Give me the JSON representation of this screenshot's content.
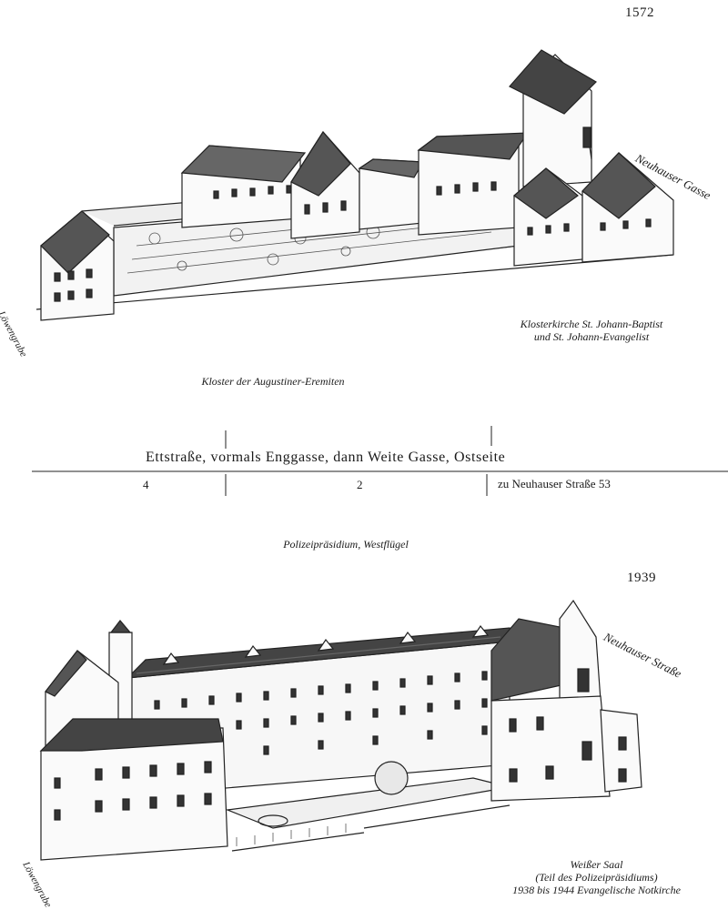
{
  "top": {
    "year": "1572",
    "label_neuhauser_gasse": "Neuhauser Gasse",
    "label_loewengrube": "Löwengrube",
    "caption_church_line1": "Klosterkirche St. Johann-Baptist",
    "caption_church_line2": "und St. Johann-Evangelist",
    "caption_monastery": "Kloster der Augustiner-Eremiten"
  },
  "street_band": {
    "title": "Ettstraße, vormals Enggasse, dann Weite Gasse, Ostseite",
    "number_left": "4",
    "number_mid": "2",
    "number_right": "zu Neuhauser Straße 53"
  },
  "bottom": {
    "caption_police": "Polizeipräsidium, Westflügel",
    "year": "1939",
    "label_neuhauser_strasse": "Neuhauser Straße",
    "label_loewengrube": "Löwengrube",
    "caption_saal_line1": "Weißer Saal",
    "caption_saal_line2": "(Teil des Polizeipräsidiums)",
    "caption_saal_line3": "1938 bis 1944 Evangelische Notkirche"
  }
}
